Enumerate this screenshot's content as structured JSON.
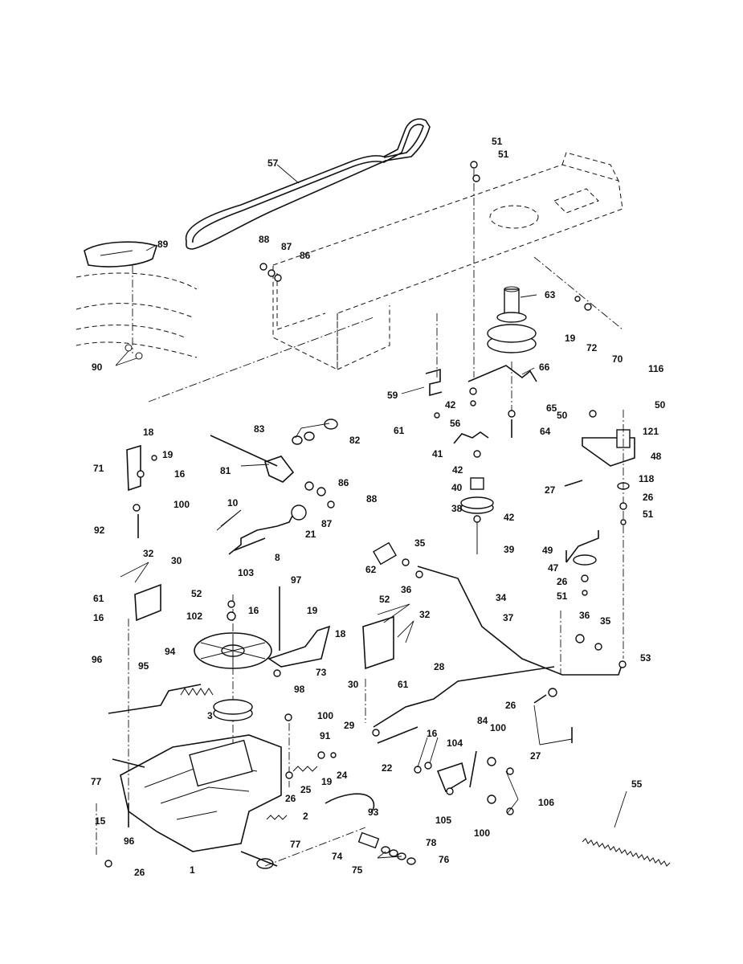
{
  "diagram": {
    "callouts": [
      "57",
      "51",
      "51",
      "89",
      "88",
      "87",
      "86",
      "63",
      "19",
      "72",
      "70",
      "116",
      "90",
      "66",
      "59",
      "42",
      "56",
      "61",
      "65",
      "50",
      "50",
      "121",
      "18",
      "19",
      "71",
      "16",
      "83",
      "82",
      "81",
      "41",
      "42",
      "64",
      "48",
      "27",
      "118",
      "40",
      "26",
      "100",
      "92",
      "86",
      "87",
      "88",
      "38",
      "42",
      "51",
      "10",
      "21",
      "8",
      "39",
      "49",
      "47",
      "26",
      "51",
      "32",
      "30",
      "52",
      "61",
      "16",
      "103",
      "102",
      "35",
      "62",
      "36",
      "34",
      "37",
      "97",
      "16",
      "19",
      "18",
      "52",
      "32",
      "30",
      "61",
      "94",
      "73",
      "98",
      "36",
      "35",
      "53",
      "96",
      "95",
      "28",
      "3",
      "26",
      "27",
      "100",
      "91",
      "29",
      "84",
      "100",
      "16",
      "104",
      "22",
      "77",
      "25",
      "19",
      "24",
      "106",
      "26",
      "55",
      "93",
      "2",
      "15",
      "105",
      "100",
      "96",
      "77",
      "78",
      "74",
      "75",
      "76",
      "26",
      "1"
    ]
  }
}
